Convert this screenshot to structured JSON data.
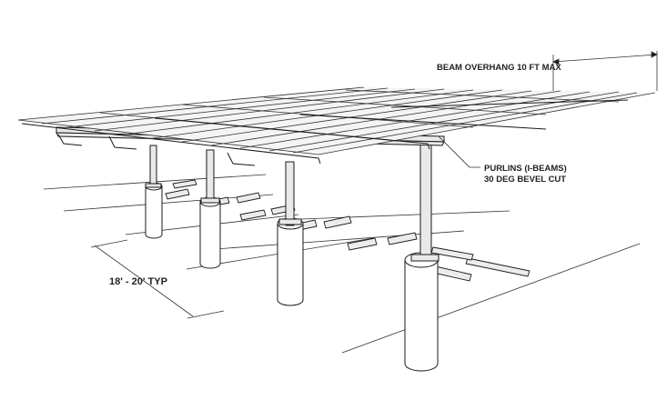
{
  "annotations": {
    "beam_overhang": "BEAM OVERHANG 10 FT MAX",
    "purlins_line1": "PURLINS (I-BEAMS)",
    "purlins_line2": "30 DEG BEVEL CUT",
    "spacing": "18' - 20' TYP"
  },
  "colors": {
    "line": "#1a1a1a",
    "panel": "#f4f4f4",
    "post": "#e9e9e9",
    "background": "#ffffff"
  }
}
